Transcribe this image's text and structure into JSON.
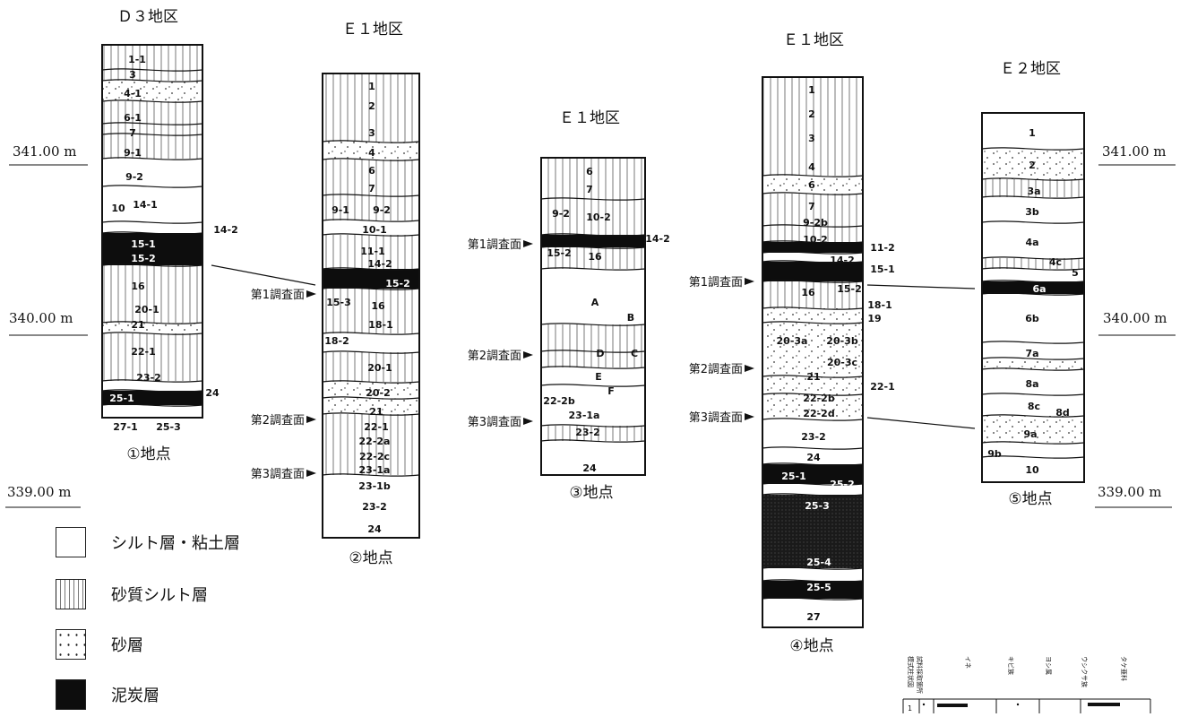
{
  "elevations": {
    "e341": "341.00 m",
    "e340": "340.00 m",
    "e339": "339.00 m"
  },
  "legend": [
    {
      "key": "silt",
      "label": "シルト層・粘土層"
    },
    {
      "key": "sandysilt",
      "label": "砂質シルト層"
    },
    {
      "key": "sand",
      "label": "砂層"
    },
    {
      "key": "peat",
      "label": "泥炭層"
    }
  ],
  "columns": [
    {
      "title": "Ｄ３地区",
      "site": "①地点",
      "layers": [
        "1-1",
        "3",
        "4-1",
        "6-1",
        "7",
        "9-1",
        "9-2",
        "10",
        "14-1",
        "14-2",
        "15-1",
        "15-2",
        "16",
        "20-1",
        "21",
        "22-1",
        "23-2",
        "24",
        "25-1",
        "27-1",
        "25-3"
      ],
      "surfaces": []
    },
    {
      "title": "Ｅ１地区",
      "site": "②地点",
      "layers": [
        "1",
        "2",
        "3",
        "4",
        "6",
        "7",
        "9-1",
        "9-2",
        "10-1",
        "11-1",
        "14-2",
        "15-2",
        "15-3",
        "16",
        "18-1",
        "18-2",
        "20-1",
        "20-2",
        "21",
        "22-1",
        "22-2a",
        "22-2c",
        "23-1a",
        "23-1b",
        "23-2",
        "24"
      ],
      "surfaces": [
        "第1調査面",
        "第2調査面",
        "第3調査面"
      ]
    },
    {
      "title": "Ｅ１地区",
      "site": "③地点",
      "layers": [
        "6",
        "7",
        "9-2",
        "10-2",
        "14-2",
        "15-2",
        "16",
        "A",
        "B",
        "D",
        "C",
        "E",
        "F",
        "22-2b",
        "23-1a",
        "23-2",
        "24"
      ],
      "surfaces": [
        "第1調査面",
        "第2調査面",
        "第3調査面"
      ]
    },
    {
      "title": "Ｅ１地区",
      "site": "④地点",
      "layers": [
        "1",
        "2",
        "3",
        "4",
        "6",
        "7",
        "9-2b",
        "10-2",
        "11-2",
        "14-2",
        "15-1",
        "16",
        "15-2",
        "18-1",
        "19",
        "20-3a",
        "20-3b",
        "20-3c",
        "21",
        "22-1",
        "22-2b",
        "22-2d",
        "23-2",
        "24",
        "25-1",
        "25-2",
        "25-3",
        "25-4",
        "25-5",
        "27"
      ],
      "surfaces": [
        "第1調査面",
        "第2調査面",
        "第3調査面"
      ]
    },
    {
      "title": "Ｅ２地区",
      "site": "⑤地点",
      "layers": [
        "1",
        "2",
        "3a",
        "3b",
        "4a",
        "4c",
        "5",
        "6a",
        "6b",
        "7a",
        "8a",
        "8c",
        "8d",
        "9a",
        "9b",
        "10"
      ],
      "surfaces": []
    }
  ],
  "inset": {
    "header_labels": [
      "模式柱状図",
      "試料採取箇所",
      "イネ",
      "キビ族",
      "ヨシ属",
      "ウシクサ族",
      "タケ亜科"
    ],
    "row_label": "1"
  },
  "colors": {
    "ink": "#111111",
    "peat": "#0d0d0d",
    "paper": "#ffffff"
  },
  "pattern_names": [
    "silt-clay",
    "sandy-silt",
    "sand",
    "peat"
  ]
}
